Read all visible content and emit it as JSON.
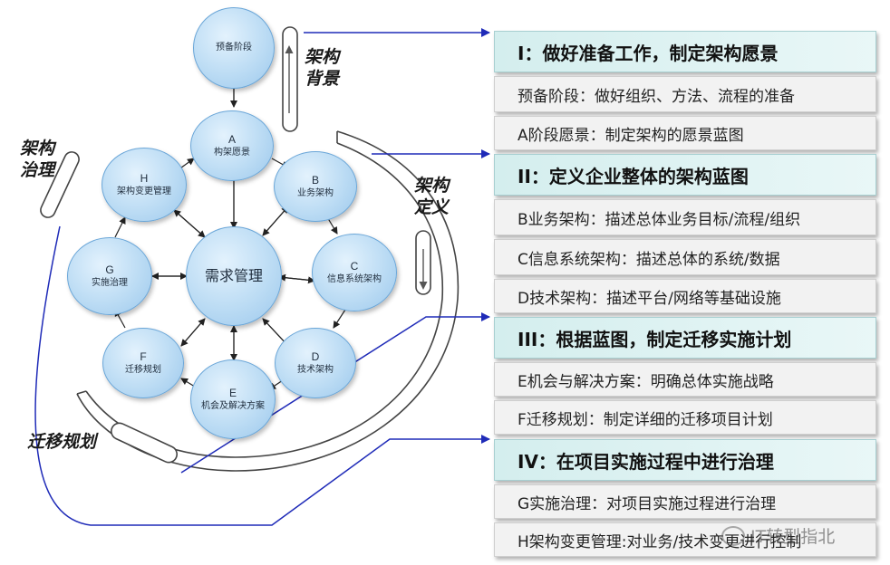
{
  "nodes": {
    "prelim": {
      "name": "预备阶段"
    },
    "a": {
      "letter": "A",
      "name": "构架愿景"
    },
    "b": {
      "letter": "B",
      "name": "业务架构"
    },
    "c": {
      "letter": "C",
      "name": "信息系统架构"
    },
    "d": {
      "letter": "D",
      "name": "技术架构"
    },
    "e": {
      "letter": "E",
      "name": "机会及解决方案"
    },
    "f": {
      "letter": "F",
      "name": "迁移规划"
    },
    "g": {
      "letter": "G",
      "name": "实施治理"
    },
    "h": {
      "letter": "H",
      "name": "架构变更管理"
    },
    "center": {
      "name": "需求管理"
    }
  },
  "side_labels": {
    "background": "架构\n背景",
    "definition": "架构\n定义",
    "governance": "架构\n治理",
    "migration": "迁移规划"
  },
  "sections": [
    {
      "title": "I：做好准备工作，制定架构愿景",
      "items": [
        "预备阶段：做好组织、方法、流程的准备",
        "A阶段愿景：制定架构的愿景蓝图"
      ]
    },
    {
      "title": "II：定义企业整体的架构蓝图",
      "items": [
        "B业务架构：描述总体业务目标/流程/组织",
        "C信息系统架构：描述总体的系统/数据",
        "D技术架构：描述平台/网络等基础设施"
      ]
    },
    {
      "title": "III：根据蓝图，制定迁移实施计划",
      "items": [
        "E机会与解决方案：明确总体实施战略",
        "F迁移规划：制定详细的迁移项目计划"
      ]
    },
    {
      "title": "IV：在项目实施过程中进行治理",
      "items": [
        "G实施治理：对项目实施过程进行治理",
        "H架构变更管理:对业务/技术变更进行控制"
      ]
    }
  ],
  "watermark": "IT转型指北",
  "colors": {
    "arrow_blue": "#1f2bb8",
    "node_fill": "#bcdcf4",
    "header_fill": "#d4eeee",
    "item_fill": "#f2f2f2"
  }
}
